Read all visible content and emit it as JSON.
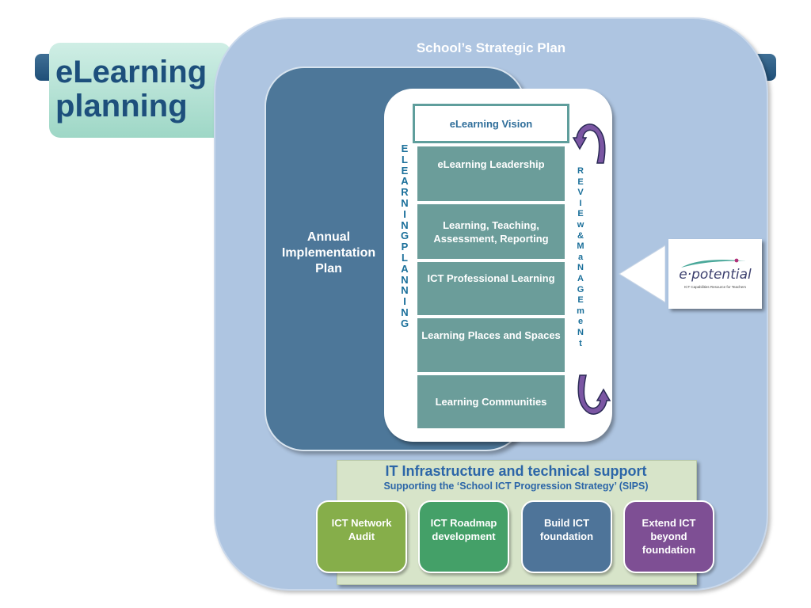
{
  "title": "eLearning planning",
  "strategic_plan": {
    "label": "School’s Strategic Plan"
  },
  "annual_plan": {
    "label": "Annual Implementation Plan"
  },
  "elearning_planning_vertical": "E\nL\nE\nA\nR\nN\nI\nN\nG\nP\nL\nA\nN\nN\nI\nN\nG",
  "review_vertical": "R\nE\nV\nI\nE\nw\n&\nM\na\nN\nA\nG\nE\nm\ne\nN\nt",
  "vision": "eLearning Vision",
  "blocks": [
    "eLearning Leadership",
    "Learning, Teaching, Assessment, Reporting",
    "ICT Professional Learning",
    "Learning Places and Spaces",
    "Learning Communities"
  ],
  "epotential": {
    "logo": "e·potential",
    "tagline": "ICT Capabilities Resource for Teachers"
  },
  "infrastructure": {
    "title": "IT Infrastructure and technical support",
    "subtitle": "Supporting the ‘School ICT Progression Strategy’ (SIPS)",
    "cards": [
      "ICT Network Audit",
      "ICT Roadmap development",
      "Build ICT foundation",
      "Extend ICT beyond foundation"
    ]
  },
  "colors": {
    "title": "#1d4f7c",
    "strategic_bg": "#aec5e1",
    "annual_bg": "#4d7799",
    "block_bg": "#6b9d9a",
    "vertical_text": "#1a6f9a",
    "arrow": "#7b56a3",
    "card_colors": [
      "#86ae4a",
      "#44a068",
      "#4e7499",
      "#7e4f94"
    ]
  }
}
